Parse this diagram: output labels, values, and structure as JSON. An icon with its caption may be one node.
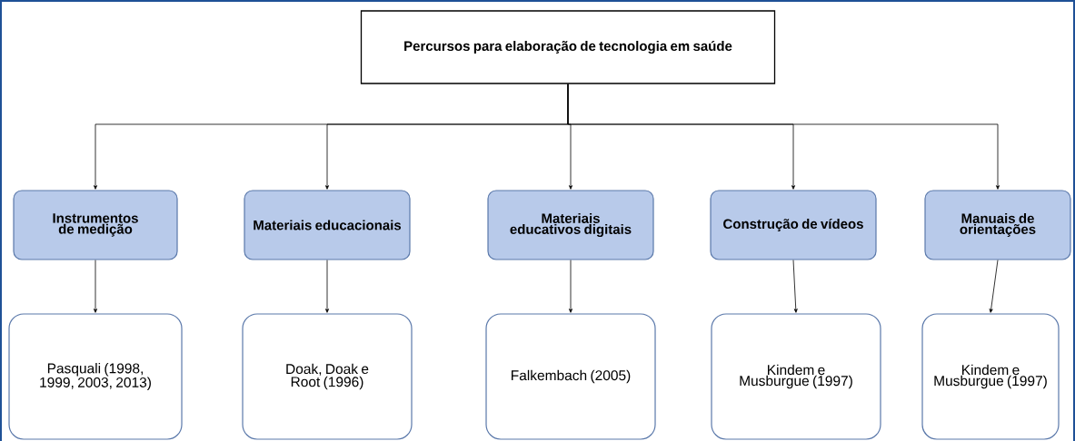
{
  "diagram": {
    "nodes": [
      {
        "text": [
          "Percursos para elaboração de tecnologia em saúde"
        ]
      },
      {
        "text": [
          "Instrumentos de medição"
        ]
      },
      {
        "text": [
          "Materiais educacionais"
        ]
      },
      {
        "text": [
          "Materiais educativos digitais"
        ]
      },
      {
        "text": [
          "Construção de vídeos"
        ]
      },
      {
        "text": [
          "Manuais de orientações"
        ]
      },
      {
        "text": [
          "Pasquali (1998, 1999, 2003, 2013)"
        ]
      },
      {
        "text": [
          "Doak, Doak e Root (1996)"
        ]
      },
      {
        "text": [
          "Falkembach (2005)"
        ]
      },
      {
        "text": [
          "Kindem e Musburgue (1997)"
        ]
      },
      {
        "text": [
          "Kindem e Musburgue (1997)"
        ]
      }
    ],
    "edges": [
      {
        "from": 0,
        "to": 1,
        "arrow": "to"
      },
      {
        "from": 0,
        "to": 2,
        "arrow": "to"
      },
      {
        "from": 0,
        "to": 3,
        "arrow": "to"
      },
      {
        "from": 0,
        "to": 4,
        "arrow": "to"
      },
      {
        "from": 0,
        "to": 5,
        "arrow": "to"
      },
      {
        "from": 1,
        "to": 6,
        "arrow": "to"
      },
      {
        "from": 2,
        "to": 7,
        "arrow": "to"
      },
      {
        "from": 3,
        "to": 8,
        "arrow": "to"
      },
      {
        "from": 4,
        "to": 9,
        "arrow": "to"
      },
      {
        "from": 5,
        "to": 10,
        "arrow": "to"
      }
    ]
  }
}
